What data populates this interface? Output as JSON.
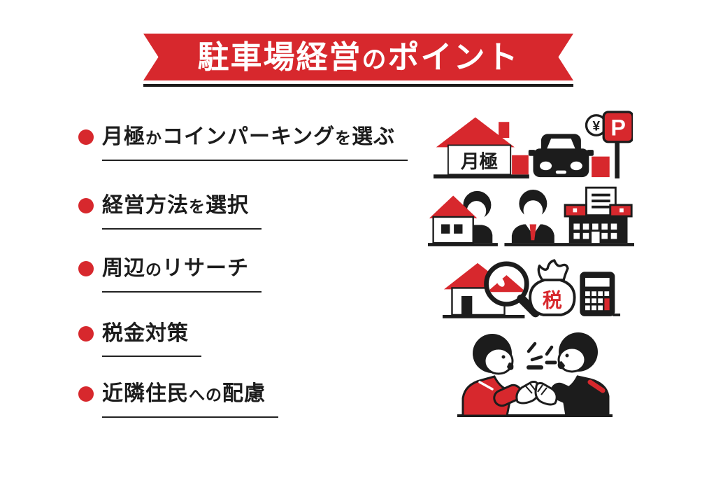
{
  "theme": {
    "accent_red": "#d7282d",
    "ink": "#1c1c1c",
    "background": "#ffffff"
  },
  "header": {
    "title": "駐車場経営のポイント",
    "title_parts": [
      {
        "t": "駐車場経営",
        "s": 0
      },
      {
        "t": "の",
        "s": 1
      },
      {
        "t": "ポイント",
        "s": 0
      }
    ]
  },
  "points": [
    {
      "label": "月極かコインパーキングを選ぶ",
      "parts": [
        {
          "t": "月極",
          "s": 0
        },
        {
          "t": "か",
          "s": 1
        },
        {
          "t": "コインパーキング",
          "s": 0
        },
        {
          "t": "を",
          "s": 1
        },
        {
          "t": "選ぶ",
          "s": 0
        }
      ]
    },
    {
      "label": "経営方法を選択",
      "parts": [
        {
          "t": "経営方法",
          "s": 0
        },
        {
          "t": "を",
          "s": 1
        },
        {
          "t": "選択",
          "s": 0
        }
      ]
    },
    {
      "label": "周辺のリサーチ",
      "parts": [
        {
          "t": "周辺",
          "s": 0
        },
        {
          "t": "の",
          "s": 1
        },
        {
          "t": "リサーチ",
          "s": 0
        }
      ]
    },
    {
      "label": "税金対策",
      "parts": [
        {
          "t": "税金対策",
          "s": 0
        }
      ]
    },
    {
      "label": "近隣住民への配慮",
      "parts": [
        {
          "t": "近隣住民",
          "s": 0
        },
        {
          "t": "への",
          "s": 1
        },
        {
          "t": "配慮",
          "s": 0
        }
      ]
    }
  ],
  "illustrations": {
    "monthly_sign": "月極",
    "yen_mark": "¥",
    "parking_letter": "P",
    "tax_char": "税"
  }
}
